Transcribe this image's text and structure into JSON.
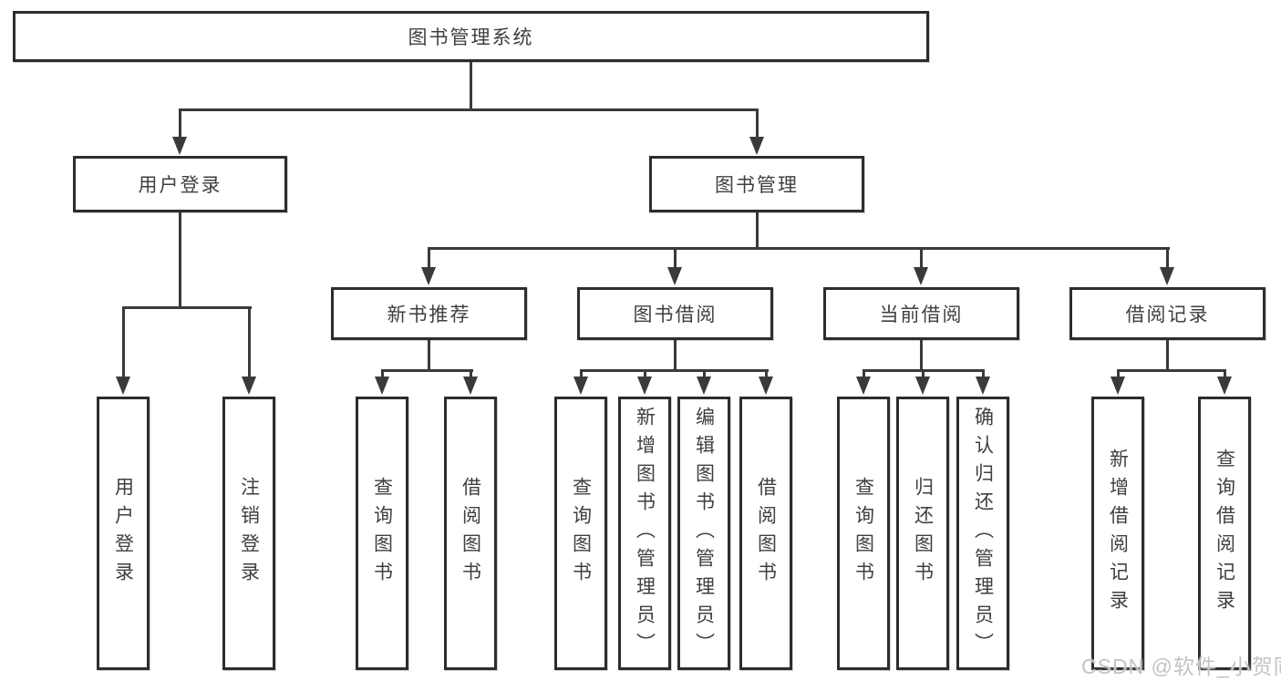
{
  "tree": {
    "root": {
      "label": "图书管理系统",
      "children": [
        {
          "label": "用户登录",
          "children": [
            {
              "label": "用户登录"
            },
            {
              "label": "注销登录"
            }
          ]
        },
        {
          "label": "图书管理",
          "children": [
            {
              "label": "新书推荐",
              "children": [
                {
                  "label": "查询图书"
                },
                {
                  "label": "借阅图书"
                }
              ]
            },
            {
              "label": "图书借阅",
              "children": [
                {
                  "label": "查询图书"
                },
                {
                  "label": "新增图书（管理员）"
                },
                {
                  "label": "编辑图书（管理员）"
                },
                {
                  "label": "借阅图书"
                }
              ]
            },
            {
              "label": "当前借阅",
              "children": [
                {
                  "label": "查询图书"
                },
                {
                  "label": "归还图书"
                },
                {
                  "label": "确认归还（管理员）"
                }
              ]
            },
            {
              "label": "借阅记录",
              "children": [
                {
                  "label": "新增借阅记录"
                },
                {
                  "label": "查询借阅记录"
                }
              ]
            }
          ]
        }
      ]
    }
  },
  "watermark": {
    "text": "CSDN @软件_小贺同学"
  },
  "colors": {
    "line": "#3a3a3a",
    "box_border": "#2d2d2d",
    "text": "#3f3f3f",
    "watermark": "#c3c3c3",
    "background": "#ffffff"
  }
}
